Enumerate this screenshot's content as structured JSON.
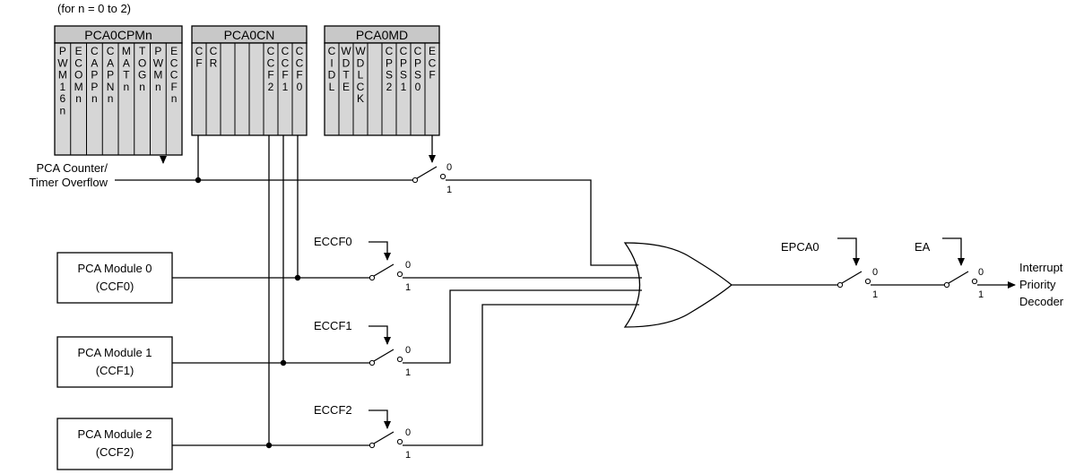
{
  "note": "(for n = 0 to 2)",
  "registers": [
    {
      "title": "PCA0CPMn",
      "bits": [
        "PWM16n",
        "ECOMn",
        "CAPPn",
        "CAPNn",
        "MATn",
        "TOGn",
        "PWMn",
        "ECCFn"
      ]
    },
    {
      "title": "PCA0CN",
      "bits": [
        "CF",
        "CR",
        "",
        "",
        "",
        "CCF2",
        "CCF1",
        "CCF0"
      ]
    },
    {
      "title": "PCA0MD",
      "bits": [
        "CIDL",
        "WDTE",
        "WDLCK",
        "",
        "CPS2",
        "CPS1",
        "CPS0",
        "ECF"
      ]
    }
  ],
  "overflow_label": [
    "PCA Counter/",
    "Timer Overflow"
  ],
  "modules": [
    {
      "line1": "PCA Module 0",
      "line2": "(CCF0)",
      "enable": "ECCF0"
    },
    {
      "line1": "PCA Module 1",
      "line2": "(CCF1)",
      "enable": "ECCF1"
    },
    {
      "line1": "PCA Module 2",
      "line2": "(CCF2)",
      "enable": "ECCF2"
    }
  ],
  "epca_label": "EPCA0",
  "ea_label": "EA",
  "switch_labels": {
    "off": "0",
    "on": "1"
  },
  "output_label": [
    "Interrupt",
    "Priority",
    "Decoder"
  ]
}
